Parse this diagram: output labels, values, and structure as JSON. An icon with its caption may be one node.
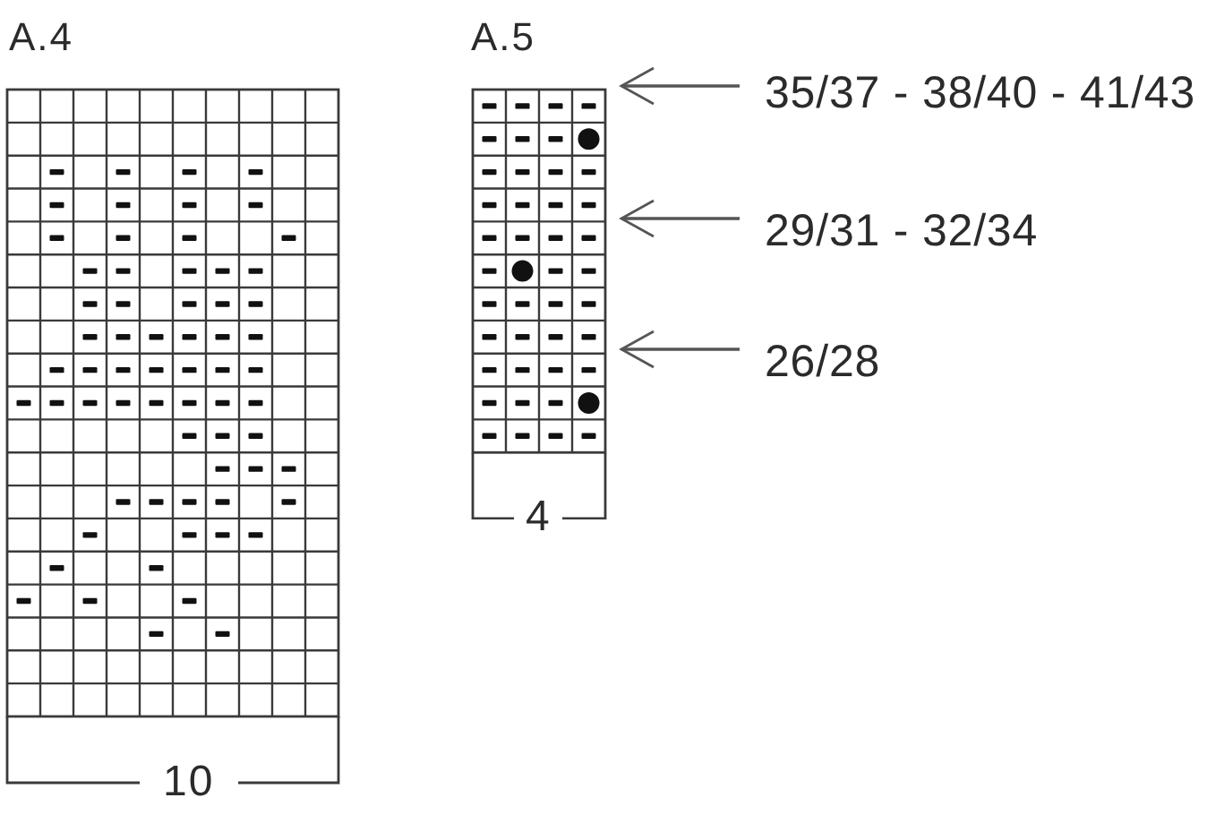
{
  "diagram": {
    "nodes": [
      {
        "text": [
          "A.4",
          "10"
        ]
      },
      {
        "text": [
          "A.5",
          "4"
        ]
      },
      {
        "text": [
          "35/37 - 38/40 - 41/43"
        ]
      },
      {
        "text": [
          "29/31 - 32/34"
        ]
      },
      {
        "text": [
          "26/28"
        ]
      }
    ],
    "edges": [
      {
        "from": 2,
        "to": 1,
        "arrow": "to"
      },
      {
        "from": 3,
        "to": 1,
        "arrow": "to"
      },
      {
        "from": 4,
        "to": 1,
        "arrow": "to"
      }
    ]
  }
}
